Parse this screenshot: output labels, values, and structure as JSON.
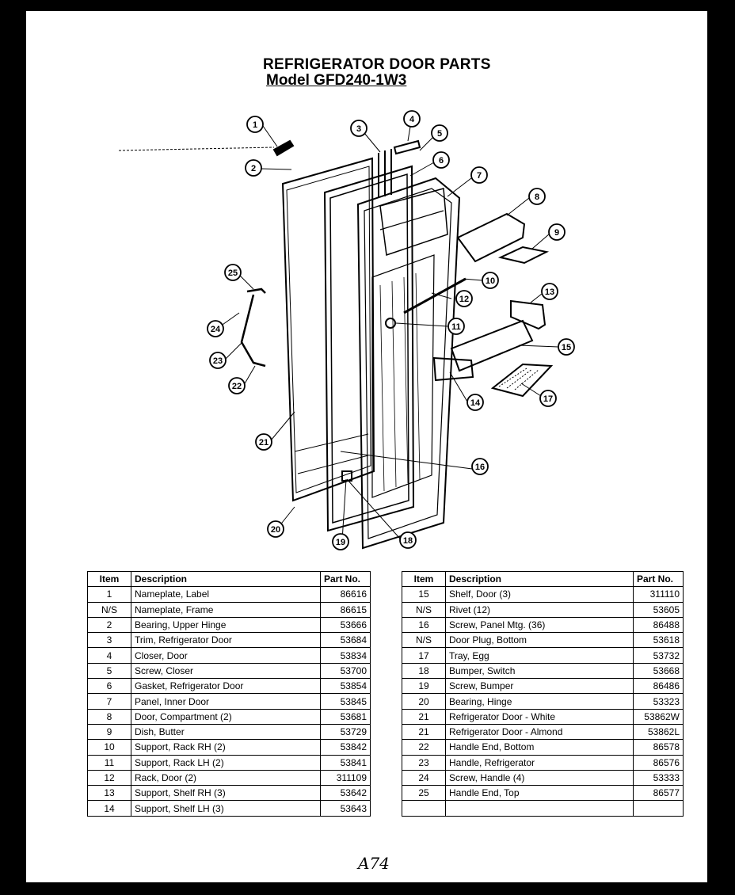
{
  "title": "REFRIGERATOR DOOR PARTS",
  "model": "Model GFD240-1W3",
  "diagram": {
    "callouts": [
      "1",
      "2",
      "3",
      "4",
      "5",
      "6",
      "7",
      "8",
      "9",
      "10",
      "11",
      "12",
      "13",
      "14",
      "15",
      "16",
      "17",
      "18",
      "19",
      "20",
      "21",
      "22",
      "23",
      "24",
      "25"
    ]
  },
  "table_left": {
    "headers": [
      "Item",
      "Description",
      "Part No."
    ],
    "rows": [
      [
        "1",
        "Nameplate, Label",
        "86616"
      ],
      [
        "N/S",
        "Nameplate, Frame",
        "86615"
      ],
      [
        "2",
        "Bearing, Upper Hinge",
        "53666"
      ],
      [
        "3",
        "Trim, Refrigerator Door",
        "53684"
      ],
      [
        "4",
        "Closer, Door",
        "53834"
      ],
      [
        "5",
        "Screw, Closer",
        "53700"
      ],
      [
        "6",
        "Gasket, Refrigerator Door",
        "53854"
      ],
      [
        "7",
        "Panel, Inner Door",
        "53845"
      ],
      [
        "8",
        "Door, Compartment (2)",
        "53681"
      ],
      [
        "9",
        "Dish, Butter",
        "53729"
      ],
      [
        "10",
        "Support, Rack RH (2)",
        "53842"
      ],
      [
        "11",
        "Support, Rack LH (2)",
        "53841"
      ],
      [
        "12",
        "Rack, Door (2)",
        "311109"
      ],
      [
        "13",
        "Support, Shelf RH (3)",
        "53642"
      ],
      [
        "14",
        "Support, Shelf LH (3)",
        "53643"
      ]
    ]
  },
  "table_right": {
    "headers": [
      "Item",
      "Description",
      "Part No."
    ],
    "rows": [
      [
        "15",
        "Shelf, Door (3)",
        "311110"
      ],
      [
        "N/S",
        "Rivet (12)",
        "53605"
      ],
      [
        "16",
        "Screw, Panel Mtg. (36)",
        "86488"
      ],
      [
        "N/S",
        "Door Plug, Bottom",
        "53618"
      ],
      [
        "17",
        "Tray, Egg",
        "53732"
      ],
      [
        "18",
        "Bumper, Switch",
        "53668"
      ],
      [
        "19",
        "Screw, Bumper",
        "86486"
      ],
      [
        "20",
        "Bearing, Hinge",
        "53323"
      ],
      [
        "21",
        "Refrigerator Door - White",
        "53862W"
      ],
      [
        "21",
        "Refrigerator Door - Almond",
        "53862L"
      ],
      [
        "22",
        "Handle End, Bottom",
        "86578"
      ],
      [
        "23",
        "Handle, Refrigerator",
        "86576"
      ],
      [
        "24",
        "Screw, Handle (4)",
        "53333"
      ],
      [
        "25",
        "Handle End, Top",
        "86577"
      ],
      [
        "",
        "",
        ""
      ]
    ]
  },
  "signature": "A74"
}
